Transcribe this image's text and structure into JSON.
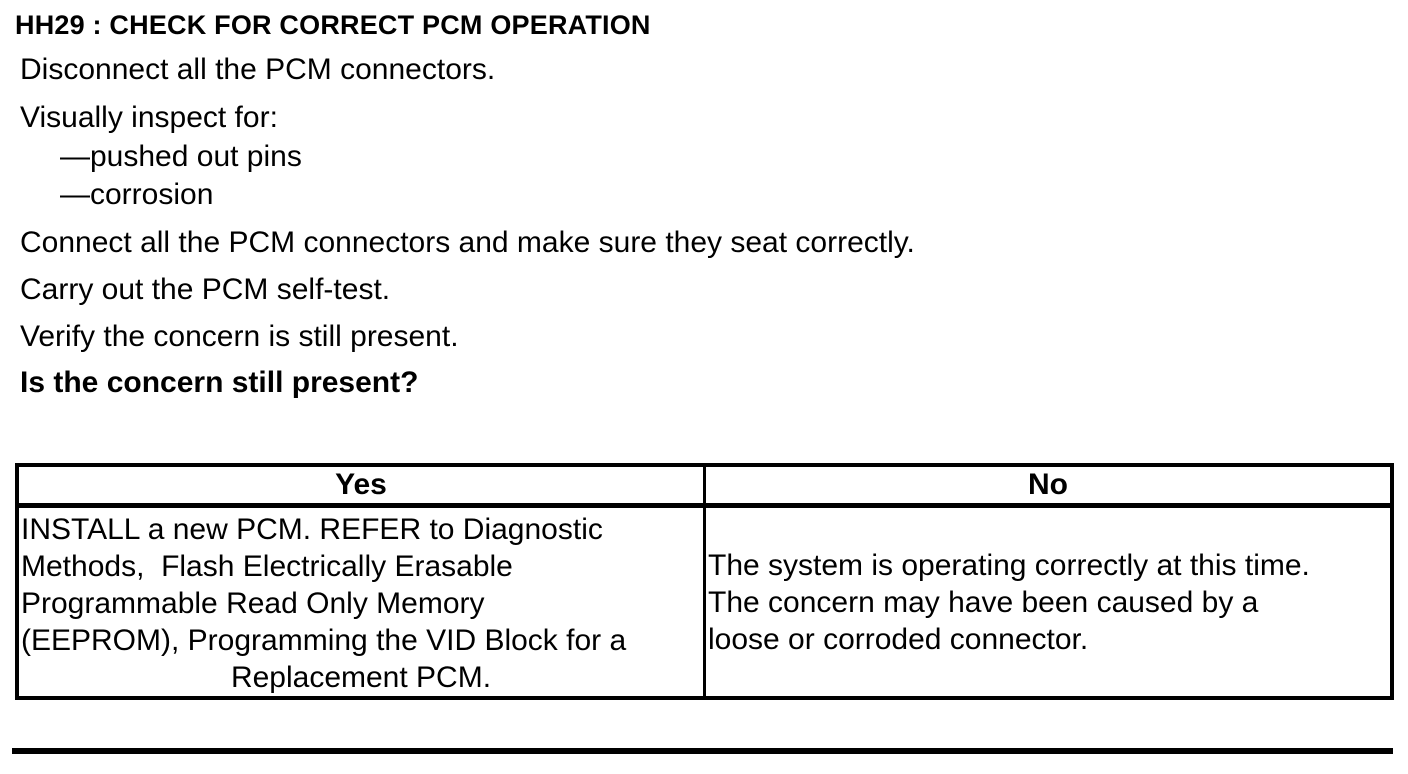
{
  "page": {
    "background_color": "#ffffff",
    "text_color": "#000000"
  },
  "procedure": {
    "id_title": "HH29 : CHECK FOR CORRECT PCM OPERATION",
    "steps": [
      {
        "text": "Disconnect all the PCM connectors.",
        "style": "normal"
      },
      {
        "text": "Visually inspect for:",
        "style": "normal"
      },
      {
        "text": "—pushed out pins",
        "style": "indent"
      },
      {
        "text": "—corrosion",
        "style": "indent"
      },
      {
        "text": "Connect all the PCM connectors and make sure they seat correctly.",
        "style": "normal"
      },
      {
        "text": "Carry out the PCM self-test.",
        "style": "normal"
      },
      {
        "text": "Verify the concern is still present.",
        "style": "normal"
      },
      {
        "text": "Is the concern still present?",
        "style": "bold-question"
      }
    ]
  },
  "decision_table": {
    "headers": {
      "yes": "Yes",
      "no": "No"
    },
    "yes": {
      "lines": [
        "INSTALL a new PCM. REFER to Diagnostic",
        "Methods,  Flash Electrically Erasable",
        "Programmable Read Only Memory",
        "(EEPROM), Programming the VID Block for a",
        "Replacement PCM."
      ]
    },
    "no": {
      "lines": [
        "The system is operating correctly at this time.",
        "The concern may have been caused by a",
        "loose or corroded connector."
      ]
    }
  }
}
